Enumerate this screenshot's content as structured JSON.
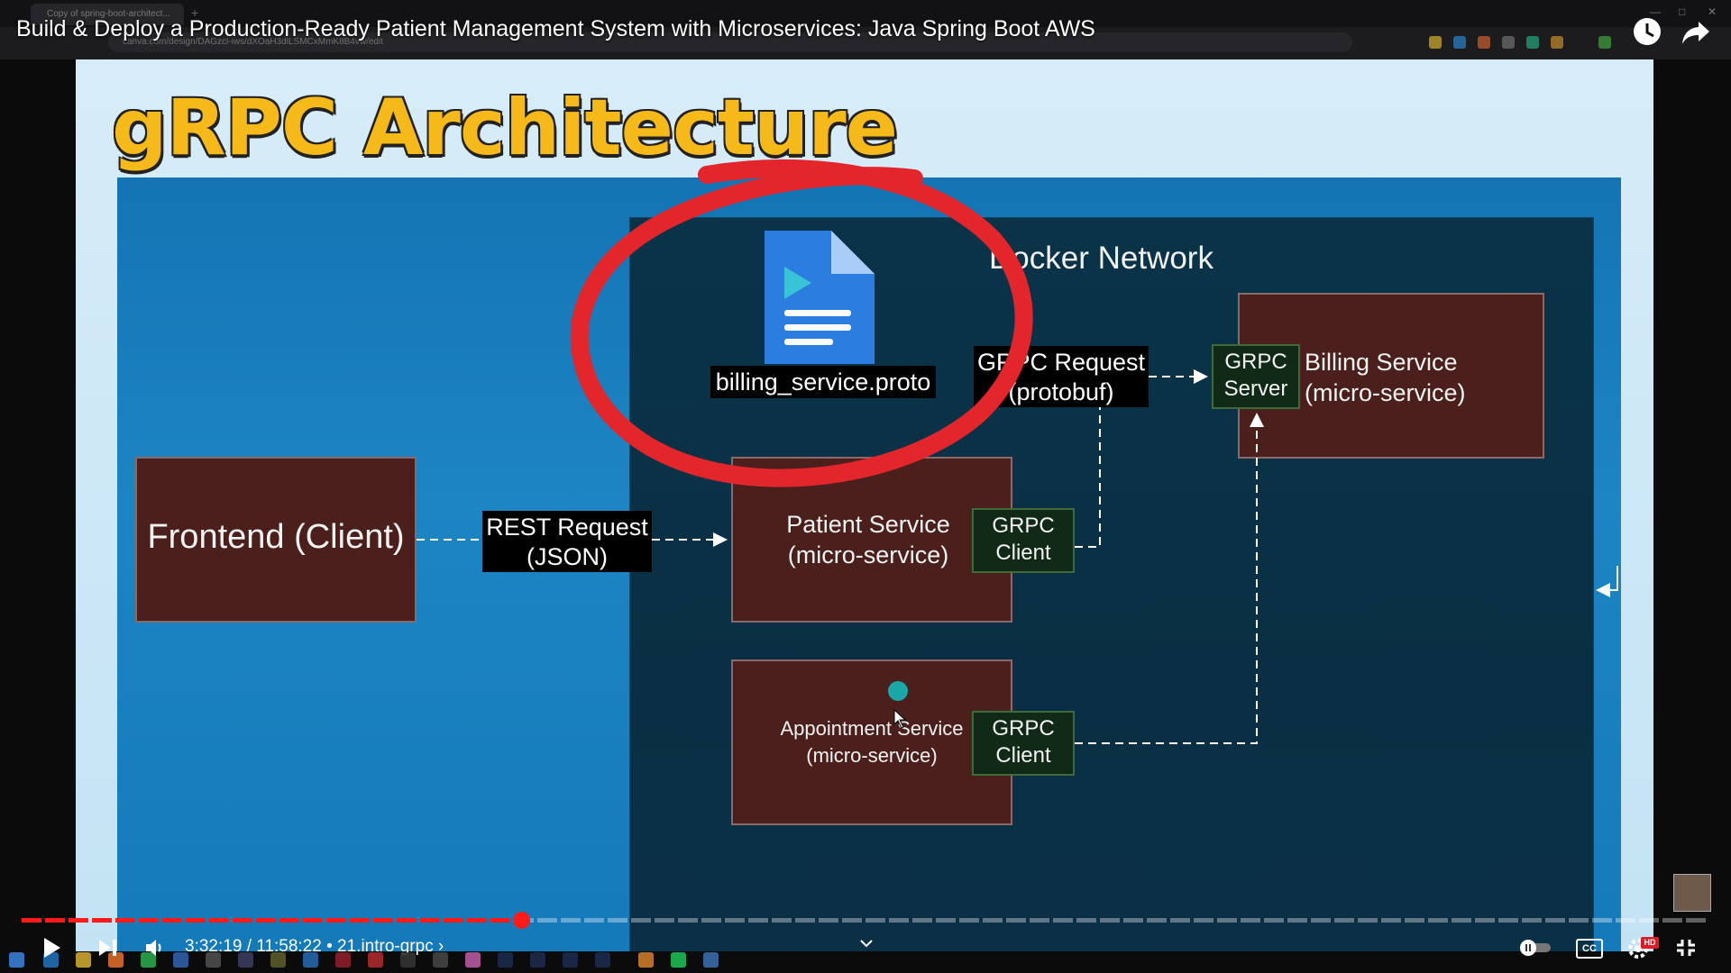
{
  "browser": {
    "tab_title": "Copy of spring-boot-architect...",
    "url": "canva.com/design/DAGzcl-iws/dXOaH3dlLSMCxMmK8B4vw/edit"
  },
  "video": {
    "title": "Build & Deploy a Production-Ready Patient Management System with Microservices: Java Spring Boot AWS",
    "time_current": "3:32:19",
    "time_total": "11:58:22",
    "chapter": "21.intro-grpc",
    "progress": 0.2957,
    "quality_badge": "HD",
    "cc_label": "CC"
  },
  "slide": {
    "title": "gRPC Architecture",
    "docker_network": "Docker Network",
    "proto_file": "billing_service.proto",
    "frontend": "Frontend (Client)",
    "rest_request": [
      "REST Request",
      "(JSON)"
    ],
    "grpc_request": [
      "GRPC Request",
      "(protobuf)"
    ],
    "patient_service": [
      "Patient Service",
      "(micro-service)"
    ],
    "appointment_service": [
      "Appointment Service",
      "(micro-service)"
    ],
    "billing_service": [
      "Billing Service",
      "(micro-service)"
    ],
    "grpc_client_1": [
      "GRPC",
      "Client"
    ],
    "grpc_client_2": [
      "GRPC",
      "Client"
    ],
    "grpc_server": [
      "GRPC",
      "Server"
    ]
  },
  "colors": {
    "title_yellow": "#f6b91a",
    "service_box": "#4b1f1c",
    "grpc_box": "#102a17",
    "progress_red": "#ff1a1a",
    "annotation_red": "#e3262b"
  },
  "icons": [
    "play-icon",
    "next-icon",
    "volume-icon",
    "autoplay-toggle-icon",
    "captions-icon",
    "settings-icon",
    "exit-fullscreen-icon",
    "watch-later-icon",
    "share-icon",
    "document-icon",
    "chevron-down-icon"
  ]
}
